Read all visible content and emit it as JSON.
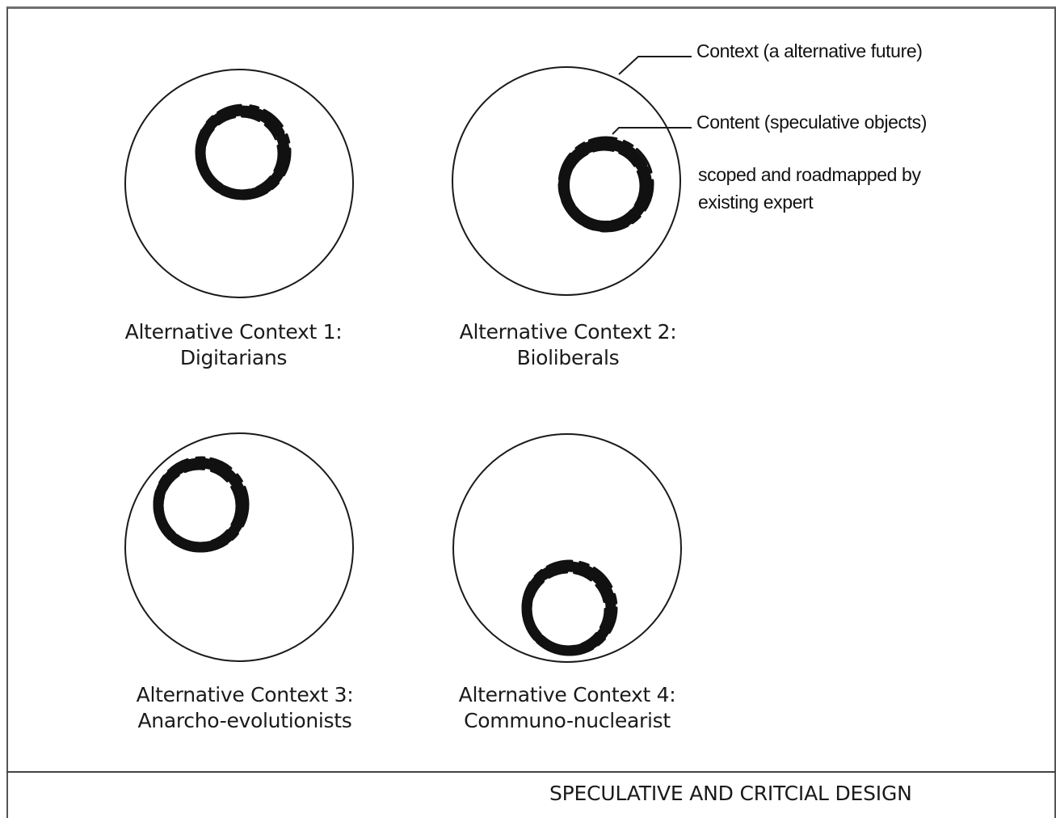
{
  "contexts": [
    {
      "title": "Alternative Context 1:",
      "name": "Digitarians"
    },
    {
      "title": "Alternative Context 2:",
      "name": "Bioliberals"
    },
    {
      "title": "Alternative Context 3:",
      "name": "Anarcho-evolutionists"
    },
    {
      "title": "Alternative Context 4:",
      "name": "Communo-nuclearist"
    }
  ],
  "annotations": {
    "context": "Context (a alternative future)",
    "content": "Content (speculative objects)",
    "scoped_line1": "scoped and roadmapped by",
    "scoped_line2": "existing expert"
  },
  "footer": "SPECULATIVE AND CRITCIAL DESIGN",
  "colors": {
    "ink": "#1a1a1a",
    "frame": "#555555"
  }
}
